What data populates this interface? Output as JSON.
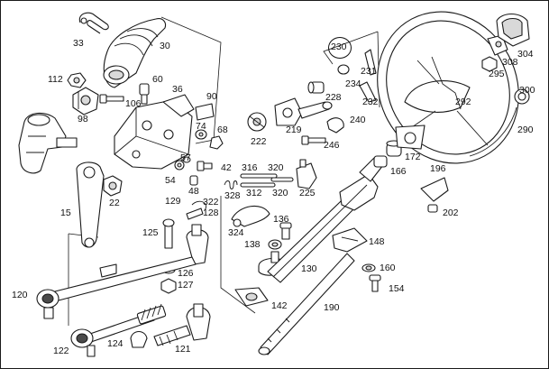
{
  "diagram": {
    "type": "exploded-parts-view",
    "line_color": "#1a1a1a",
    "callouts": [
      "33",
      "30",
      "112",
      "60",
      "36",
      "90",
      "98",
      "106",
      "74",
      "68",
      "15",
      "22",
      "54",
      "57",
      "48",
      "42",
      "129",
      "322",
      "128",
      "125",
      "126",
      "127",
      "120",
      "122",
      "124",
      "121",
      "316",
      "312",
      "320",
      "320",
      "225",
      "328",
      "324",
      "136",
      "138",
      "130",
      "142",
      "190",
      "148",
      "160",
      "154",
      "222",
      "219",
      "230",
      "231",
      "234",
      "228",
      "232",
      "246",
      "240",
      "172",
      "166",
      "196",
      "202",
      "292",
      "295",
      "300",
      "290",
      "308",
      "304"
    ]
  }
}
